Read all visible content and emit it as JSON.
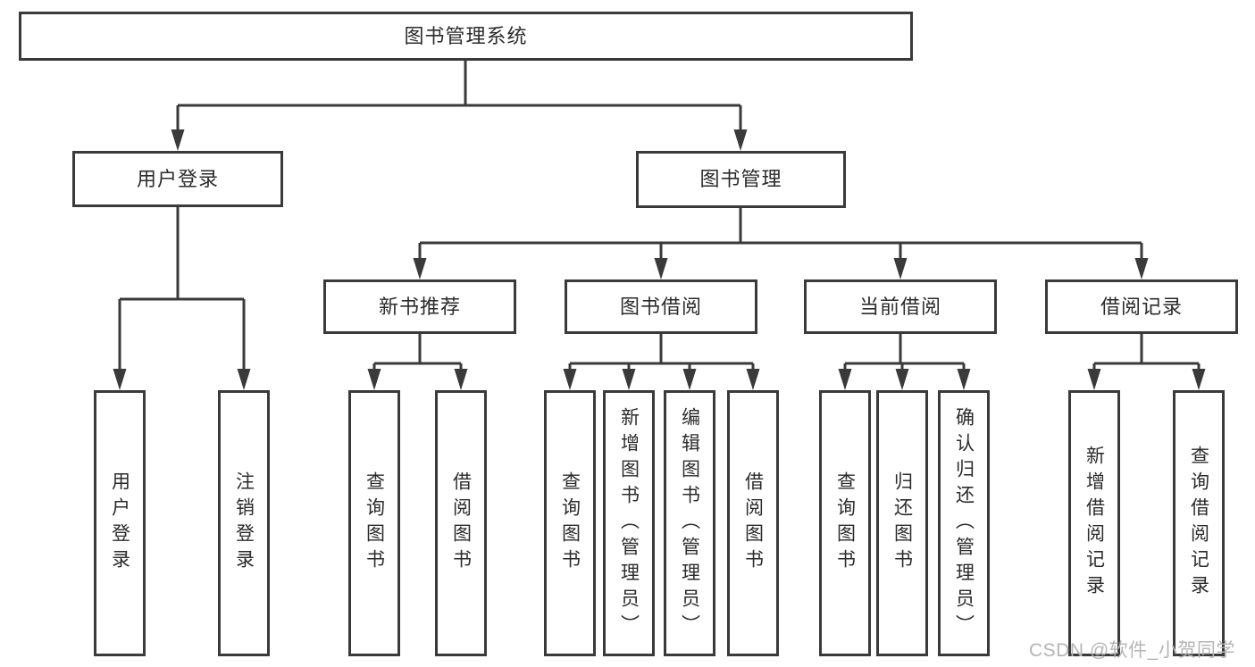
{
  "tree": {
    "root": {
      "label": "图书管理系统",
      "children": [
        {
          "label": "用户登录",
          "children": [
            {
              "label": "用户登录"
            },
            {
              "label": "注销登录"
            }
          ]
        },
        {
          "label": "图书管理",
          "children": [
            {
              "label": "新书推荐",
              "children": [
                {
                  "label": "查询图书"
                },
                {
                  "label": "借阅图书"
                }
              ]
            },
            {
              "label": "图书借阅",
              "children": [
                {
                  "label": "查询图书"
                },
                {
                  "label": "新增图书（管理员）"
                },
                {
                  "label": "编辑图书（管理员）"
                },
                {
                  "label": "借阅图书"
                }
              ]
            },
            {
              "label": "当前借阅",
              "children": [
                {
                  "label": "查询图书"
                },
                {
                  "label": "归还图书"
                },
                {
                  "label": "确认归还（管理员）"
                }
              ]
            },
            {
              "label": "借阅记录",
              "children": [
                {
                  "label": "新增借阅记录"
                },
                {
                  "label": "查询借阅记录"
                }
              ]
            }
          ]
        }
      ]
    }
  },
  "watermark": {
    "text": "CSDN @软件_小贺同学"
  },
  "colors": {
    "line": "#3a3a3a",
    "box_border": "#3a3a3a",
    "text": "#2b2b2b",
    "watermark": "#b5b5b5",
    "background": "#ffffff"
  }
}
